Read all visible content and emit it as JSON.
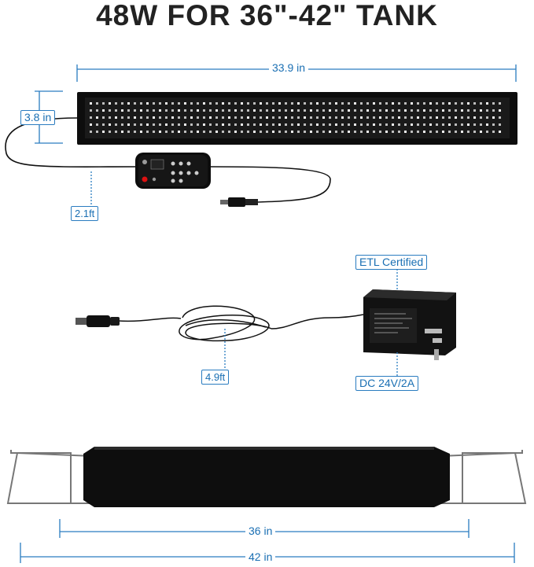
{
  "title": "48W FOR 36\"-42\" TANK",
  "dimensions": {
    "length": "33.9 in",
    "height": "3.8 in",
    "controller_cable": "2.1ft",
    "power_cable": "4.9ft",
    "inner_width": "36 in",
    "outer_width": "42 in"
  },
  "adapter": {
    "cert": "ETL Certified",
    "rating": "DC 24V/2A"
  },
  "colors": {
    "dimension_line": "#2a7cc0",
    "label_text": "#1a6fb3",
    "fixture": "#0d0d0d"
  }
}
